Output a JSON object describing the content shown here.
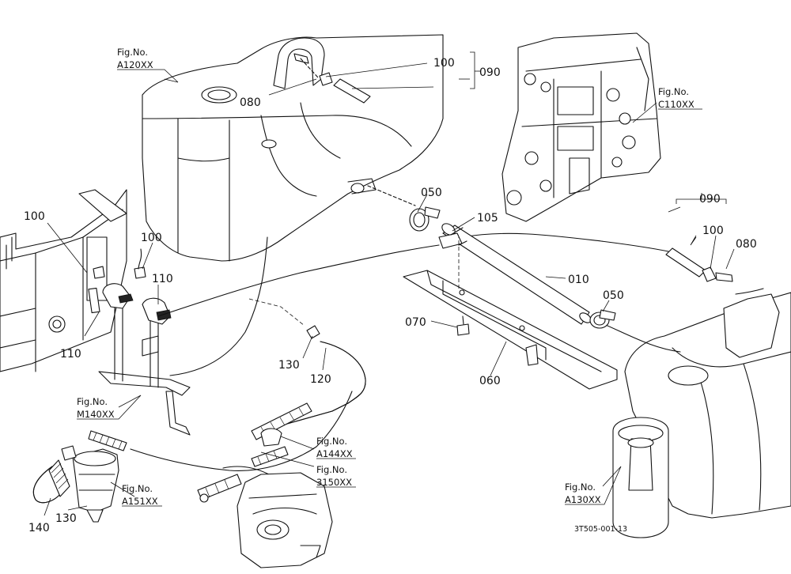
{
  "parts": {
    "p010": "010",
    "p050a": "050",
    "p050b": "050",
    "p060": "060",
    "p070": "070",
    "p080a": "080",
    "p080b": "080",
    "p090a": "090",
    "p090b": "090",
    "p100a": "100",
    "p100b": "100",
    "p100c": "100",
    "p100d": "100",
    "p105": "105",
    "p110a": "110",
    "p110b": "110",
    "p120": "120",
    "p130a": "130",
    "p130b": "130",
    "p140": "140"
  },
  "figrefs": {
    "fig_no_label": "Fig.No.",
    "a120": "A120XX",
    "c110": "C110XX",
    "m140": "M140XX",
    "a144": "A144XX",
    "s3150": "3150XX",
    "a151": "A151XX",
    "a130": "A130XX"
  },
  "drawing_code": "3T505-001-13"
}
